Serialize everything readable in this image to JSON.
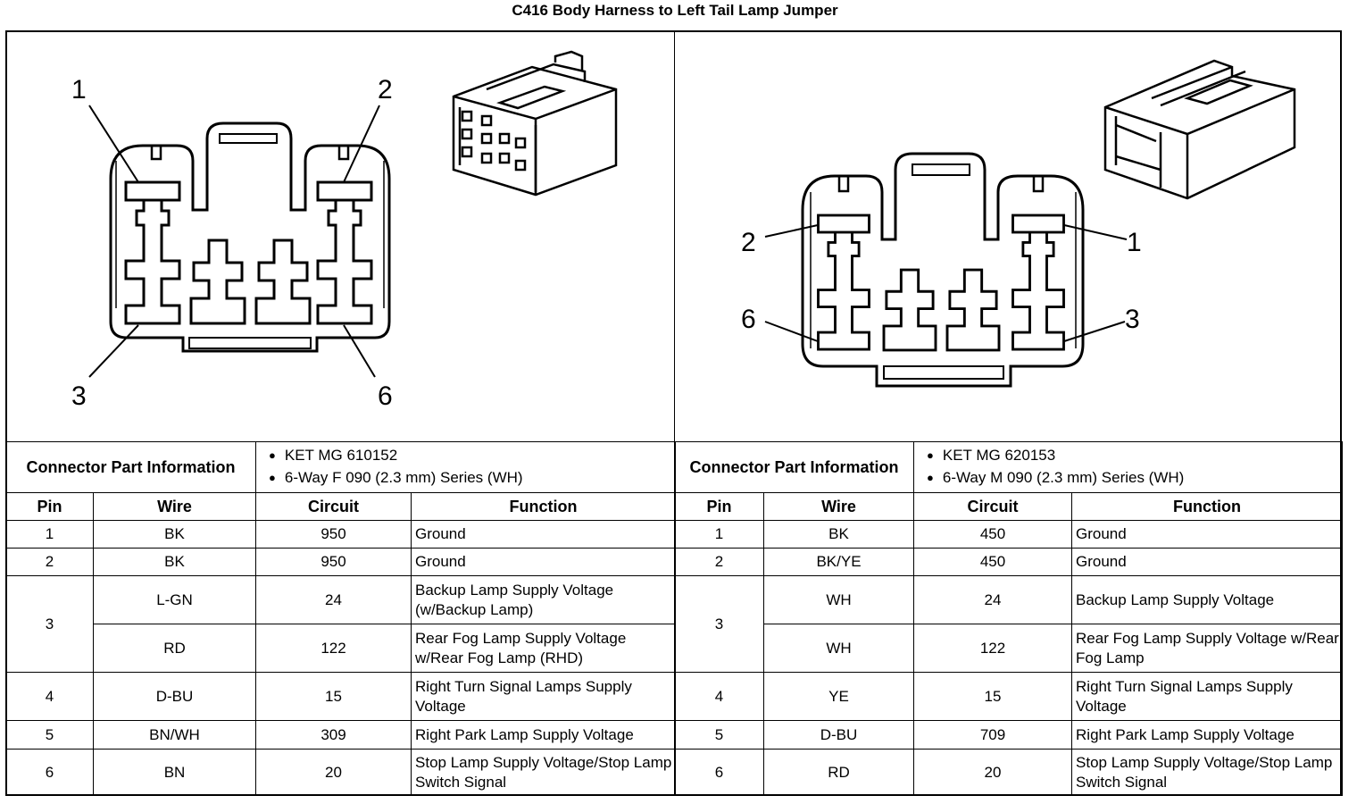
{
  "title": "C416 Body Harness to Left Tail Lamp Jumper",
  "left_connector": {
    "pin_callouts": [
      "1",
      "2",
      "3",
      "6"
    ],
    "part_info_label": "Connector Part Information",
    "part_info": [
      "KET MG 610152",
      "6-Way F 090 (2.3 mm) Series (WH)"
    ],
    "headers": [
      "Pin",
      "Wire",
      "Circuit",
      "Function"
    ],
    "rows": [
      {
        "pin": "1",
        "wire": "BK",
        "circuit": "950",
        "function": "Ground"
      },
      {
        "pin": "2",
        "wire": "BK",
        "circuit": "950",
        "function": "Ground"
      },
      {
        "pin": "3",
        "wire": "L-GN",
        "circuit": "24",
        "function": "Backup Lamp Supply Voltage (w/Backup Lamp)"
      },
      {
        "pin": "",
        "wire": "RD",
        "circuit": "122",
        "function": "Rear Fog Lamp Supply Voltage w/Rear Fog Lamp (RHD)"
      },
      {
        "pin": "4",
        "wire": "D-BU",
        "circuit": "15",
        "function": "Right Turn Signal Lamps Supply Voltage"
      },
      {
        "pin": "5",
        "wire": "BN/WH",
        "circuit": "309",
        "function": "Right Park Lamp Supply Voltage"
      },
      {
        "pin": "6",
        "wire": "BN",
        "circuit": "20",
        "function": "Stop Lamp Supply Voltage/Stop Lamp Switch Signal"
      }
    ]
  },
  "right_connector": {
    "pin_callouts": [
      "1",
      "2",
      "3",
      "6"
    ],
    "part_info_label": "Connector Part Information",
    "part_info": [
      "KET MG 620153",
      "6-Way M 090 (2.3 mm) Series (WH)"
    ],
    "headers": [
      "Pin",
      "Wire",
      "Circuit",
      "Function"
    ],
    "rows": [
      {
        "pin": "1",
        "wire": "BK",
        "circuit": "450",
        "function": "Ground"
      },
      {
        "pin": "2",
        "wire": "BK/YE",
        "circuit": "450",
        "function": "Ground"
      },
      {
        "pin": "3",
        "wire": "WH",
        "circuit": "24",
        "function": "Backup Lamp Supply Voltage"
      },
      {
        "pin": "",
        "wire": "WH",
        "circuit": "122",
        "function": "Rear Fog Lamp Supply Voltage w/Rear Fog Lamp"
      },
      {
        "pin": "4",
        "wire": "YE",
        "circuit": "15",
        "function": "Right Turn Signal Lamps Supply Voltage"
      },
      {
        "pin": "5",
        "wire": "D-BU",
        "circuit": "709",
        "function": "Right Park Lamp Supply Voltage"
      },
      {
        "pin": "6",
        "wire": "RD",
        "circuit": "20",
        "function": "Stop Lamp Supply Voltage/Stop Lamp Switch Signal"
      }
    ]
  }
}
